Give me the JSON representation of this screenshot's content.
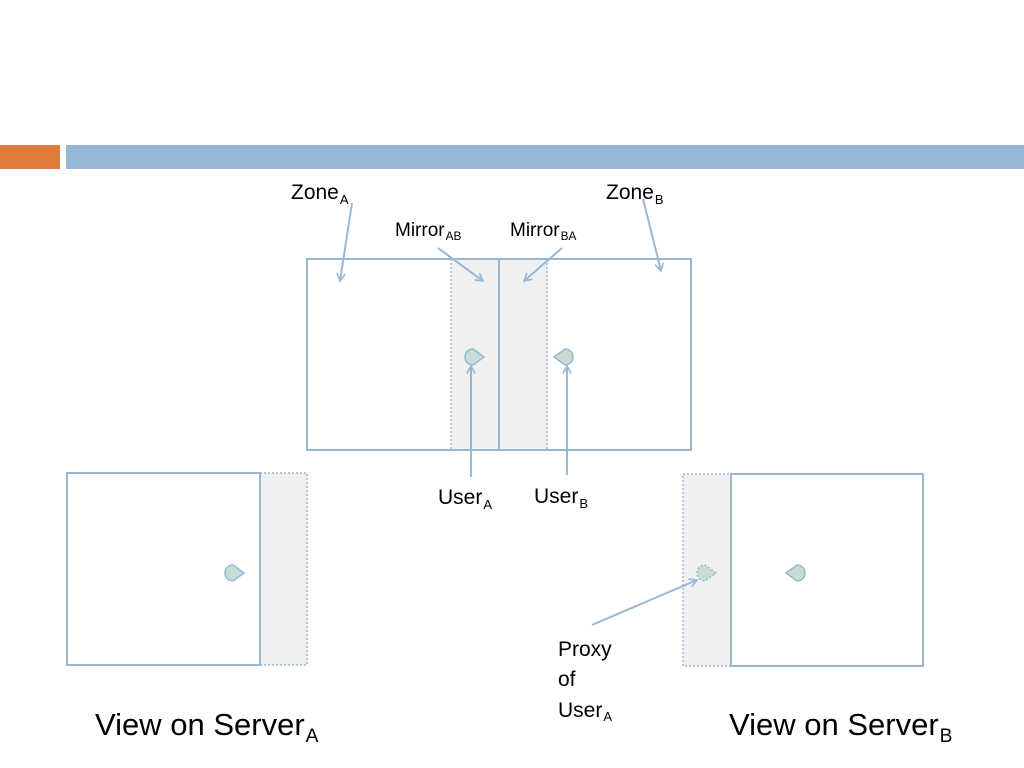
{
  "colors": {
    "accent_orange": "#e07b3e",
    "accent_blue": "#96b8d6",
    "outline": "#96b8d6",
    "mirror_fill": "#f0f0f0",
    "marker_fill": "#c9dcd6"
  },
  "labels": {
    "zone_a": {
      "base": "Zone",
      "sub": "A"
    },
    "zone_b": {
      "base": "Zone",
      "sub": "B"
    },
    "mirror_ab": {
      "base": "Mirror",
      "sub": "AB"
    },
    "mirror_ba": {
      "base": "Mirror",
      "sub": "BA"
    },
    "user_a": {
      "base": "User",
      "sub": "A"
    },
    "user_b": {
      "base": "User",
      "sub": "B"
    },
    "proxy": {
      "line1": "Proxy",
      "line2": "of",
      "line3": "User",
      "sub": "A"
    },
    "view_a": {
      "base": "View on Server",
      "sub": "A"
    },
    "view_b": {
      "base": "View on Server",
      "sub": "B"
    }
  }
}
